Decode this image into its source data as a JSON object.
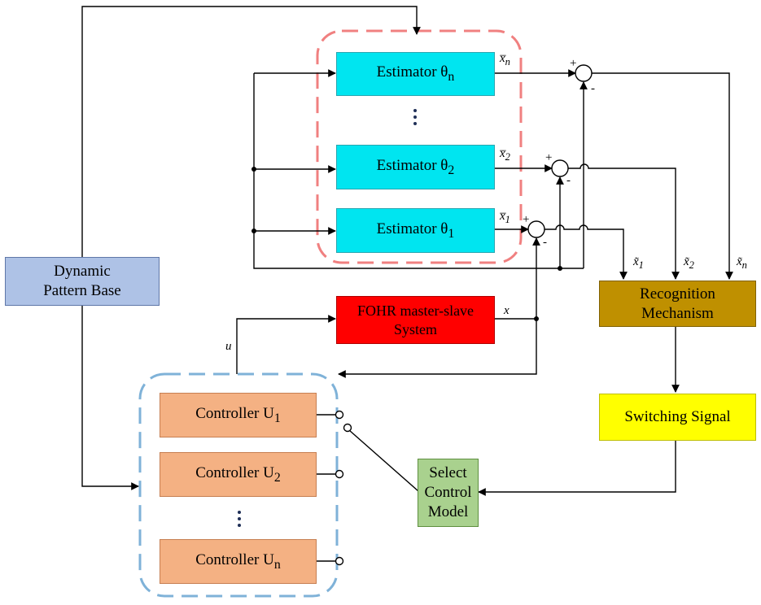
{
  "blocks": {
    "estimator_n": "Estimator θ",
    "estimator_n_sub": "n",
    "estimator_2": "Estimator θ",
    "estimator_2_sub": "2",
    "estimator_1": "Estimator θ",
    "estimator_1_sub": "1",
    "dynamic_pattern_base": "Dynamic Pattern Base",
    "fohr_system_line1": "FOHR master-slave",
    "fohr_system_line2": "System",
    "recognition_line1": "Recognition",
    "recognition_line2": "Mechanism",
    "switching_signal": "Switching Signal",
    "select_line1": "Select",
    "select_line2": "Control",
    "select_line3": "Model",
    "controller_1": "Controller U",
    "controller_1_sub": "1",
    "controller_2": "Controller U",
    "controller_2_sub": "2",
    "controller_n": "Controller U",
    "controller_n_sub": "n"
  },
  "signals": {
    "x_bar_n": "x̅",
    "x_bar_n_sub": "n",
    "x_bar_2": "x̅",
    "x_bar_2_sub": "2",
    "x_bar_1": "x̅",
    "x_bar_1_sub": "1",
    "x_tilde_1": "x̃",
    "x_tilde_1_sub": "1",
    "x_tilde_2": "x̃",
    "x_tilde_2_sub": "2",
    "x_tilde_n": "x̃",
    "x_tilde_n_sub": "n",
    "x": "x",
    "u": "u",
    "plus": "+",
    "minus": "-"
  },
  "colors": {
    "estimator": "#00e5f0",
    "controller": "#f4b183",
    "dynamic_pattern_base": "#aec2e6",
    "fohr_system": "#ff0000",
    "recognition": "#bf9000",
    "switching_signal": "#ffff00",
    "select_control_model": "#a9d18e",
    "estimator_group_border": "#f08080",
    "controller_group_border": "#7fb2d8"
  }
}
